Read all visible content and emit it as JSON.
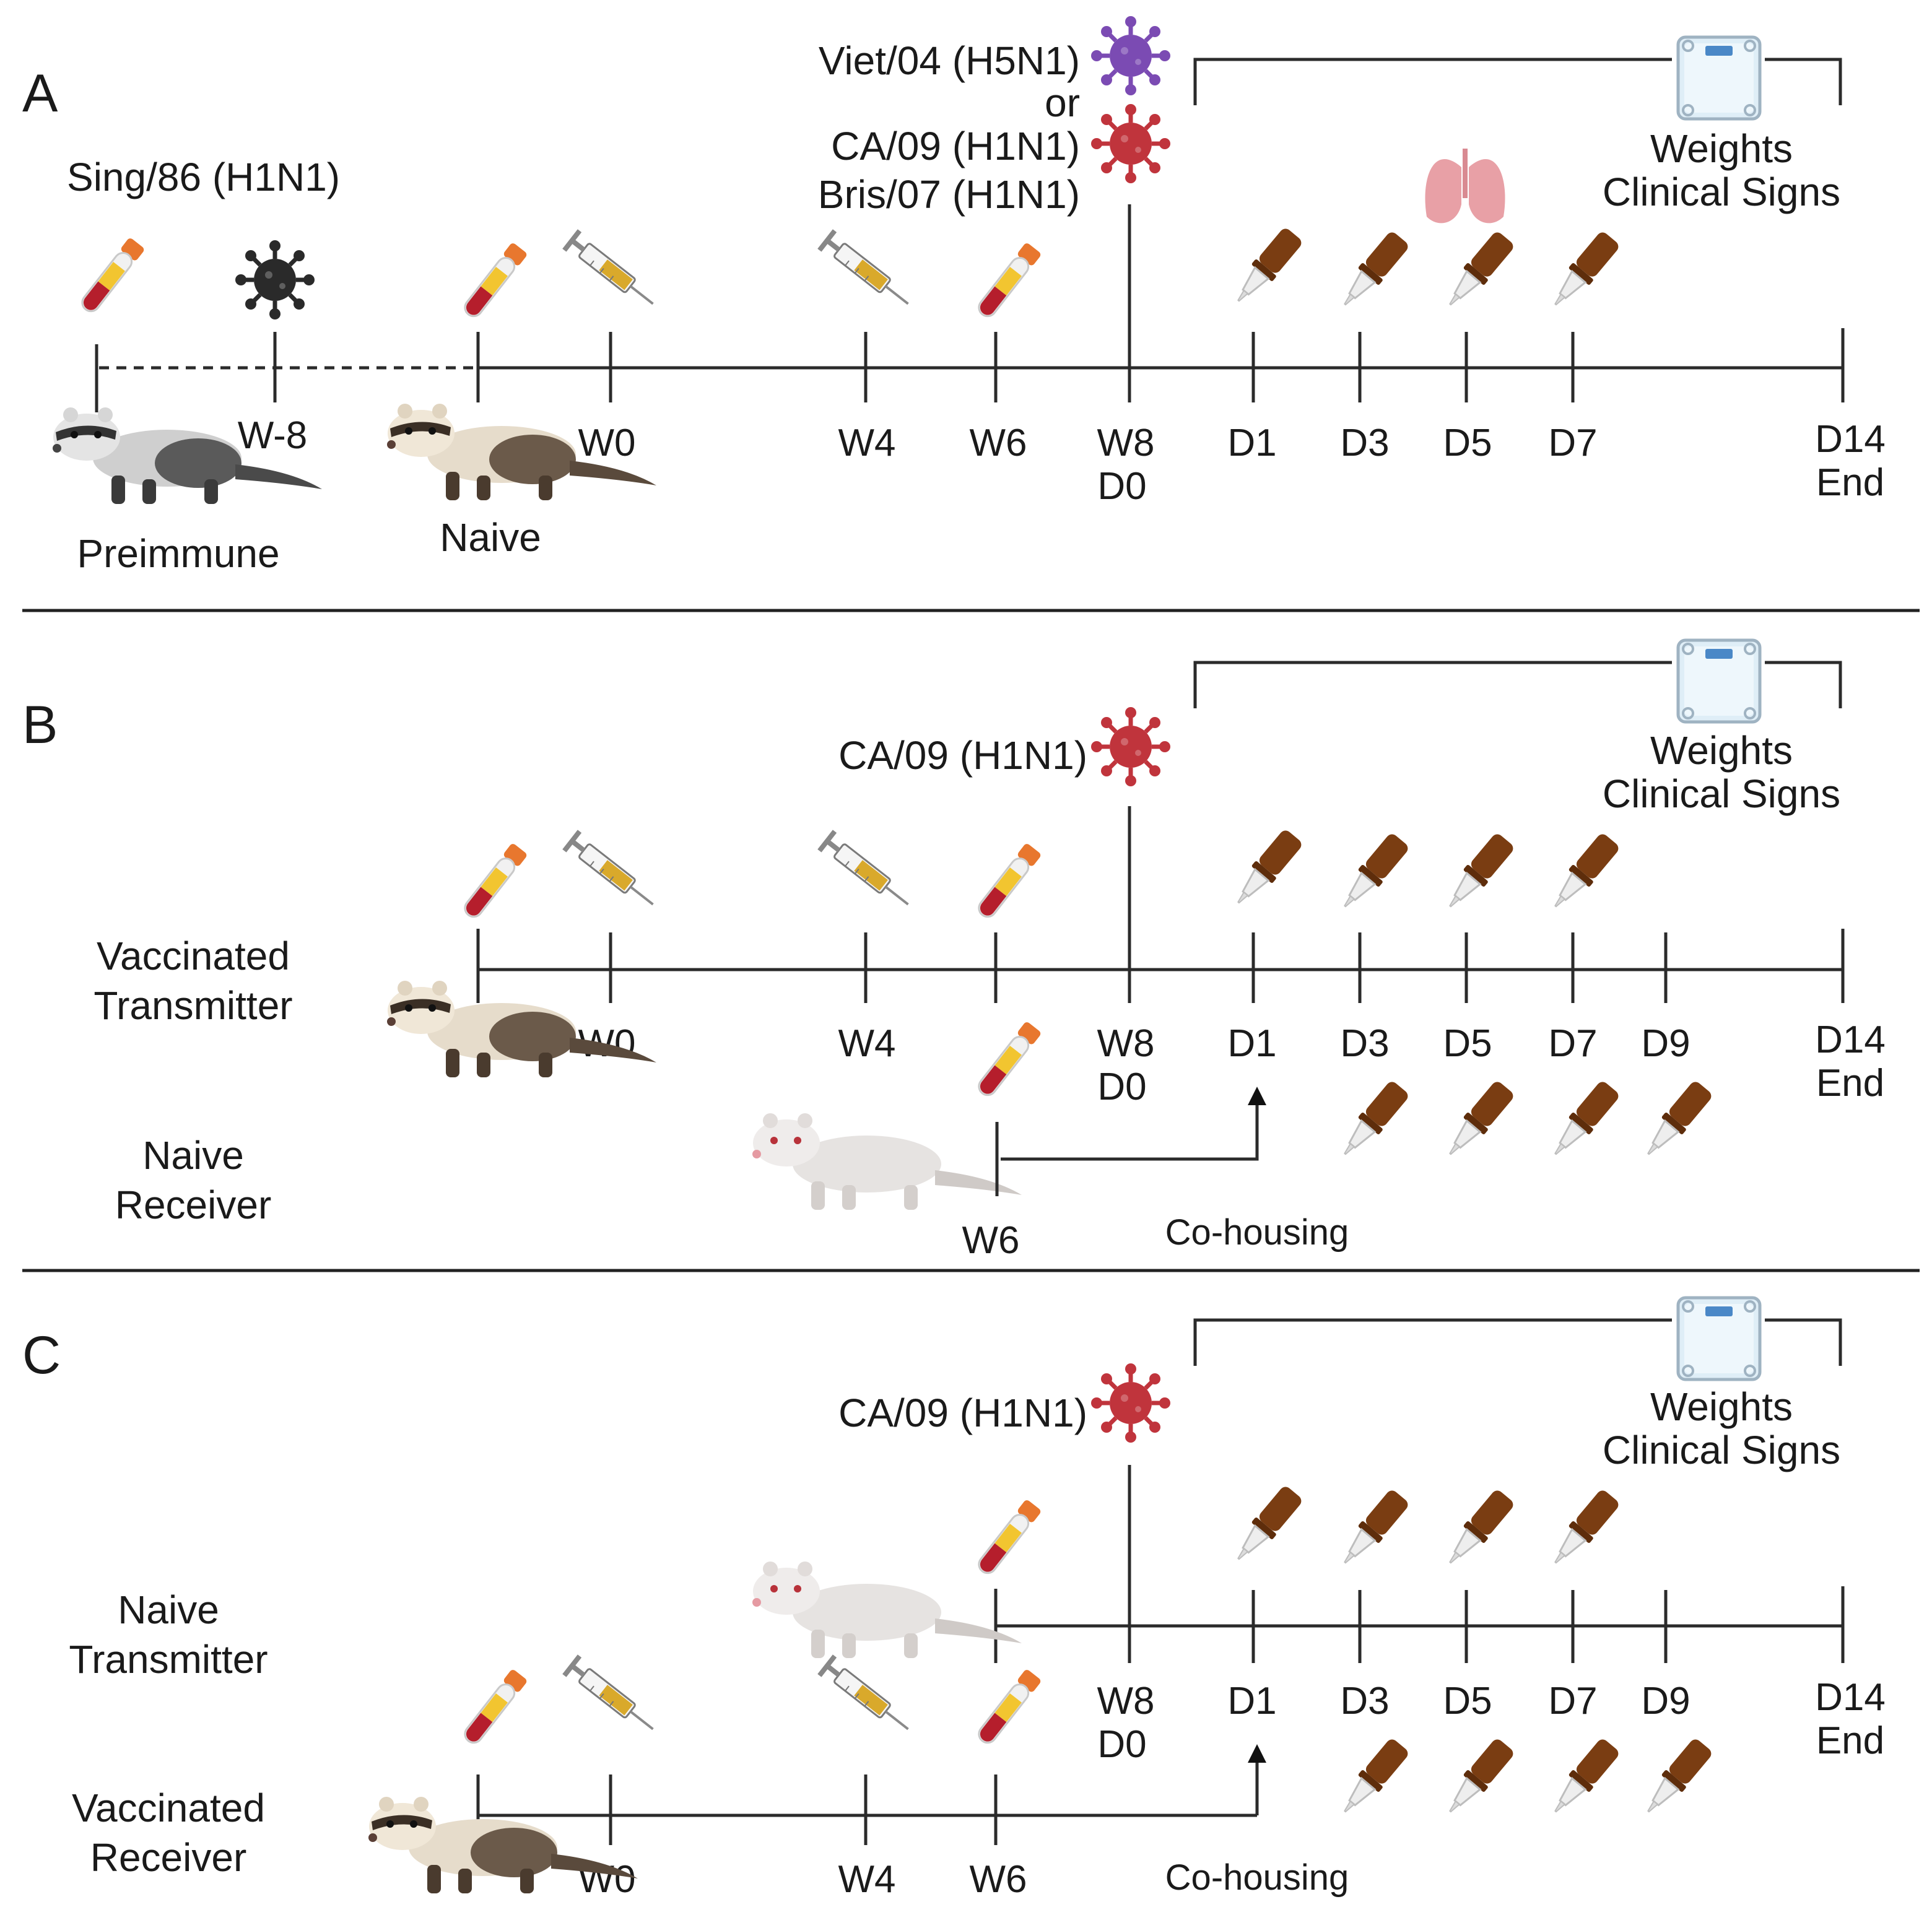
{
  "panels": {
    "a": {
      "label": "A",
      "pre_strain": "Sing/86 (H1N1)",
      "challenge_line1": "Viet/04 (H5N1)",
      "challenge_or": "or",
      "challenge_line2": "CA/09 (H1N1)",
      "challenge_line3": "Bris/07 (H1N1)",
      "monitor_line1": "Weights",
      "monitor_line2": "Clinical Signs",
      "group_preimmune": "Preimmune",
      "group_naive": "Naive",
      "ticks": [
        "W-8",
        "W0",
        "W4",
        "W6",
        "W8",
        "D0",
        "D1",
        "D3",
        "D5",
        "D7",
        "D14",
        "End"
      ]
    },
    "b": {
      "label": "B",
      "challenge": "CA/09 (H1N1)",
      "monitor_line1": "Weights",
      "monitor_line2": "Clinical Signs",
      "group_top_line1": "Vaccinated",
      "group_top_line2": "Transmitter",
      "group_bottom_line1": "Naive",
      "group_bottom_line2": "Receiver",
      "cohousing": "Co-housing",
      "ticks": [
        "W0",
        "W4",
        "W8",
        "D0",
        "D1",
        "D3",
        "D5",
        "D7",
        "D9",
        "D14",
        "End",
        "W6"
      ]
    },
    "c": {
      "label": "C",
      "challenge": "CA/09 (H1N1)",
      "monitor_line1": "Weights",
      "monitor_line2": "Clinical Signs",
      "group_top_line1": "Naive",
      "group_top_line2": "Transmitter",
      "group_bottom_line1": "Vaccinated",
      "group_bottom_line2": "Receiver",
      "cohousing": "Co-housing",
      "ticks": [
        "W8",
        "D0",
        "D1",
        "D3",
        "D5",
        "D7",
        "D9",
        "D14",
        "End",
        "W0",
        "W4",
        "W6"
      ]
    }
  },
  "icons": {
    "blood_tube": "blood-collection-tube",
    "syringe": "vaccination-syringe",
    "nasal_wash": "nasal-wash-dropper",
    "virus": "virus",
    "scale": "weight-scale",
    "lungs": "lungs",
    "ferret": "ferret"
  },
  "colors": {
    "h5n1_virus": "#7b4bb3",
    "h1n1_virus": "#c0343c",
    "preimmune_virus": "#2a2a2a",
    "dropper": "#7a3d12",
    "lungs": "#e8a0a6",
    "timeline": "#2b2b2b"
  }
}
